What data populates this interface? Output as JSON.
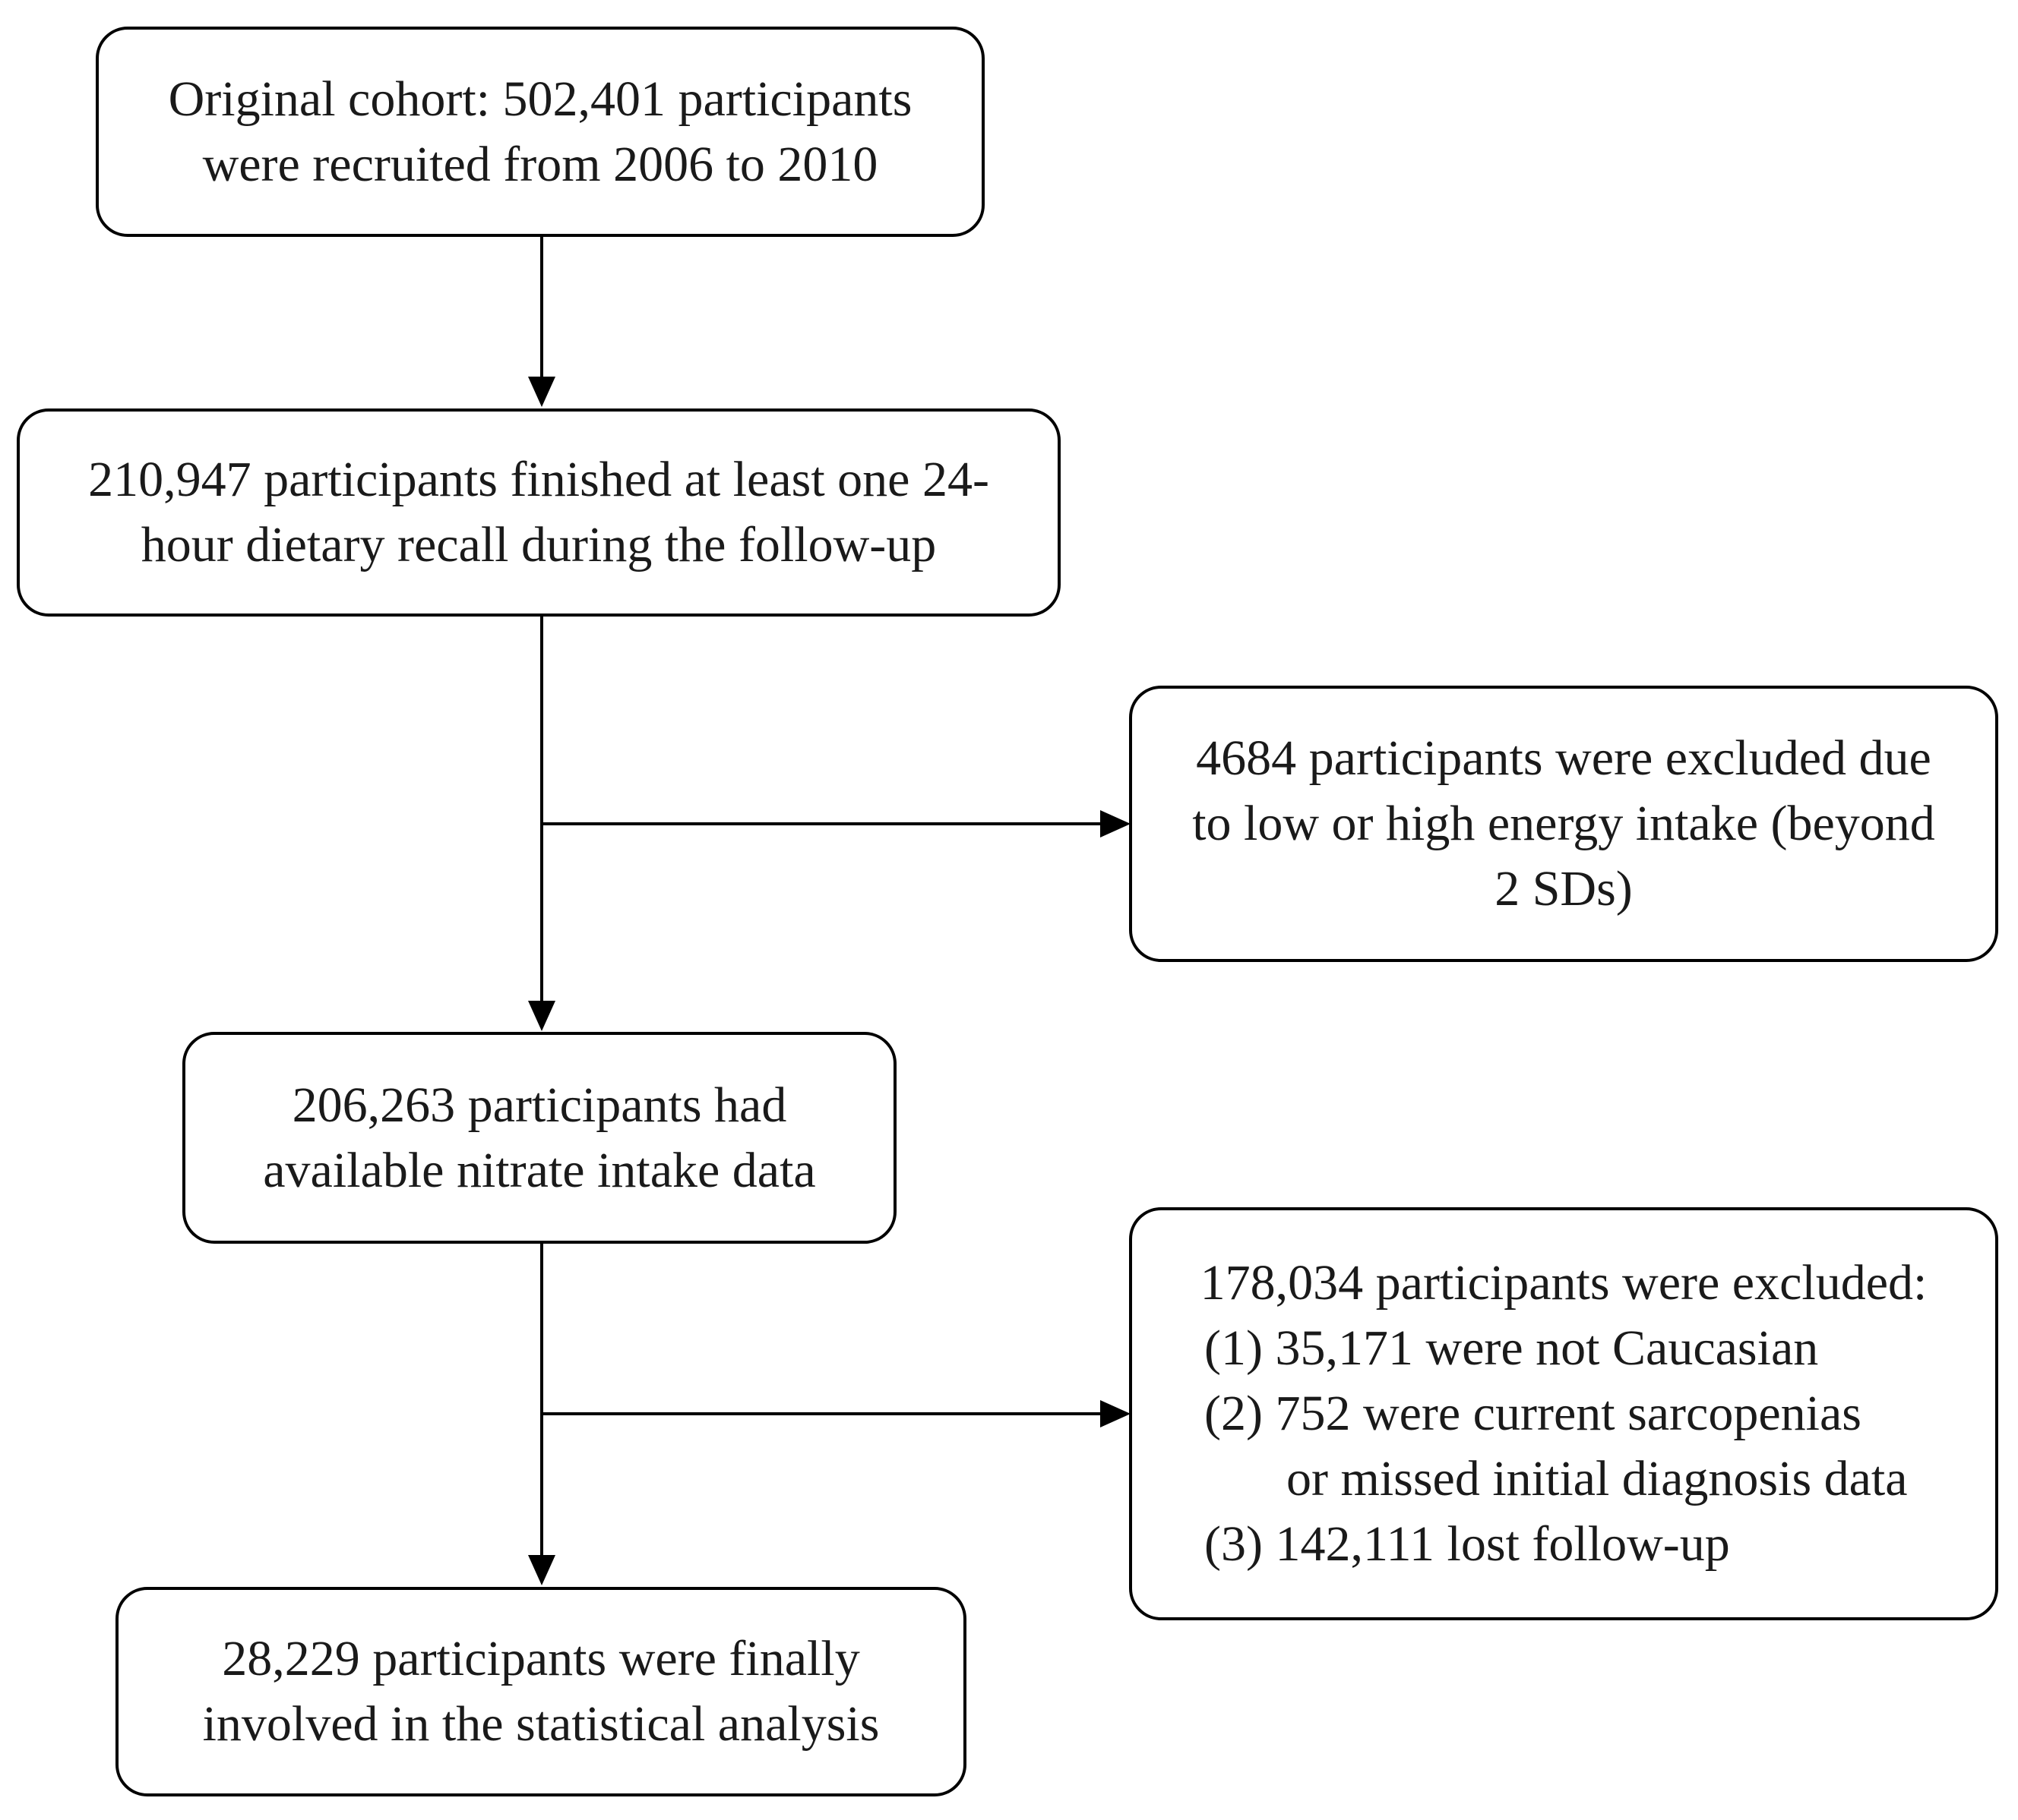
{
  "flowchart": {
    "box1": {
      "lines": [
        "Original cohort: 502,401 participants",
        "were recruited from 2006 to 2010"
      ]
    },
    "box2": {
      "lines": [
        "210,947 participants finished at least one 24-",
        "hour dietary recall during the follow-up"
      ]
    },
    "exclusion1": {
      "lines": [
        "4684 participants were excluded due",
        "to low or high energy intake (beyond",
        "2 SDs)"
      ]
    },
    "box3": {
      "lines": [
        "206,263 participants had",
        "available nitrate intake data"
      ]
    },
    "exclusion2": {
      "heading": "178,034 participants were excluded:",
      "items": [
        "(1) 35,171 were not Caucasian",
        "(2) 752 were current sarcopenias",
        "or missed initial diagnosis data",
        "(3) 142,111 lost follow-up"
      ]
    },
    "box4": {
      "lines": [
        "28,229 participants were finally",
        "involved in the statistical analysis"
      ]
    }
  }
}
